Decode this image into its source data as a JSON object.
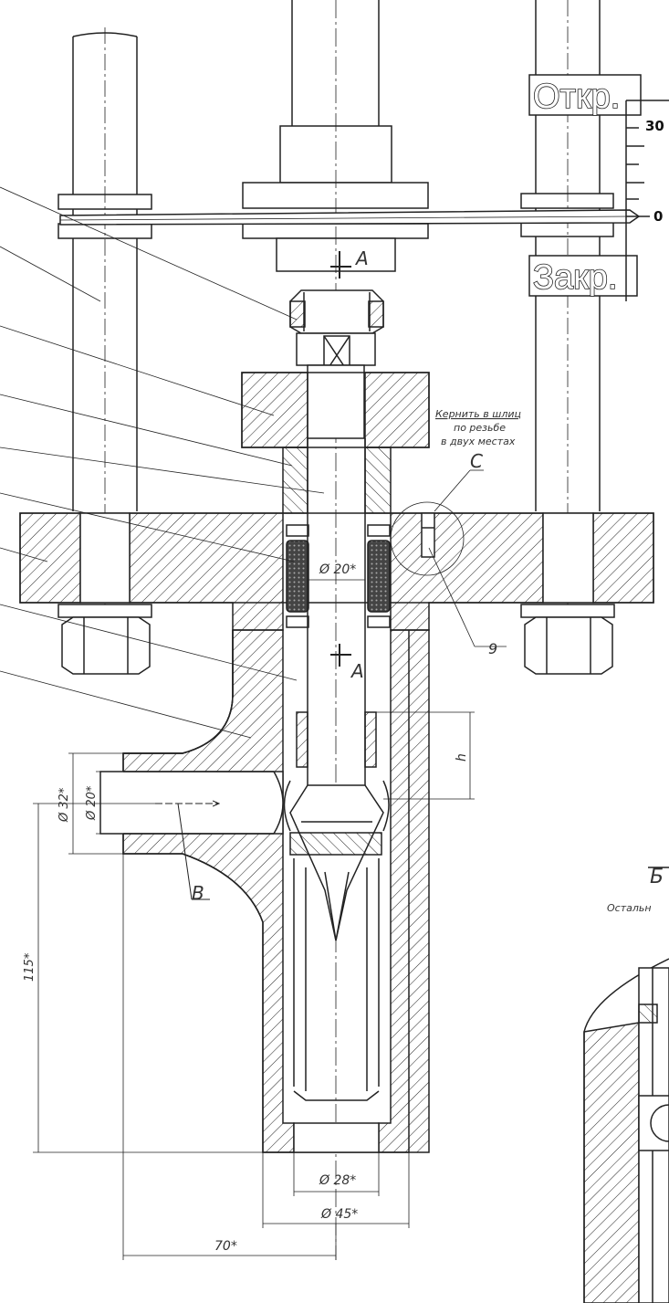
{
  "scale_panel": {
    "open_label": "Откр.",
    "close_label": "Закр.",
    "tick_top": "30",
    "tick_zero": "0"
  },
  "section_marks": {
    "a_top": "А",
    "a_bottom": "А",
    "b": "В",
    "c": "С",
    "view_right": "Б"
  },
  "notes": {
    "punch_line1": "Кернить в шлиц",
    "punch_line2": "по резьбе",
    "punch_line3": "в двух местах",
    "partial_note": "Остальн"
  },
  "callouts": {
    "nine": "9"
  },
  "dimensions": {
    "stem_dia": "Ø 20*",
    "inlet_outer": "Ø 32*",
    "inlet_inner": "Ø 20*",
    "height_115": "115*",
    "stroke_h": "h",
    "bottom_inner": "Ø 28*",
    "bottom_outer": "Ø 45*",
    "length_70": "70*"
  }
}
